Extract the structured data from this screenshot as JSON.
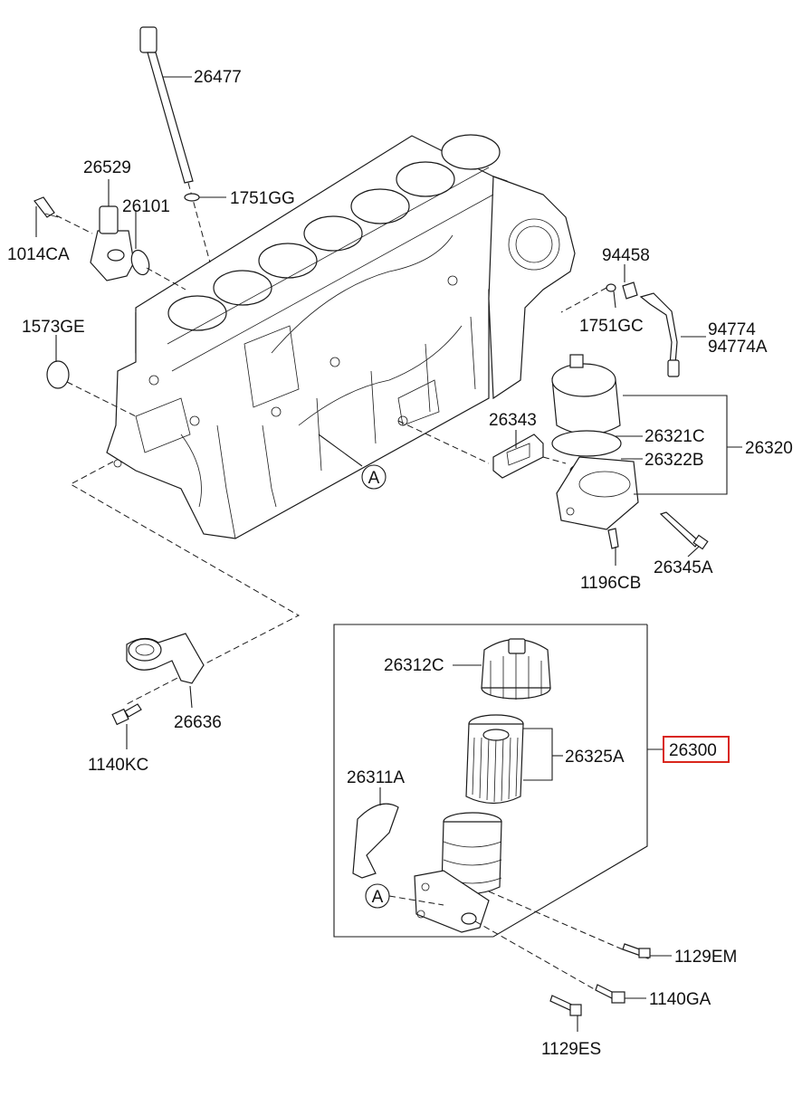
{
  "labels": {
    "p26477": "26477",
    "p26529": "26529",
    "p26101": "26101",
    "p1751GG": "1751GG",
    "p1014CA": "1014CA",
    "p1573GE": "1573GE",
    "p94458": "94458",
    "p1751GC": "1751GC",
    "p94774": "94774",
    "p94774A": "94774A",
    "p26343": "26343",
    "p26321C": "26321C",
    "p26322B": "26322B",
    "p26320": "26320",
    "p1196CB": "1196CB",
    "p26345A": "26345A",
    "p26636": "26636",
    "p1140KC": "1140KC",
    "p26312C": "26312C",
    "p26325A": "26325A",
    "p26300": "26300",
    "p26311A": "26311A",
    "p1129EM": "1129EM",
    "p1140GA": "1140GA",
    "p1129ES": "1129ES"
  },
  "refs": {
    "a1": "A",
    "a2": "A"
  },
  "colors": {
    "highlight": "#d9261c",
    "line": "#1a1a1a"
  },
  "highlighted_part": "26300"
}
